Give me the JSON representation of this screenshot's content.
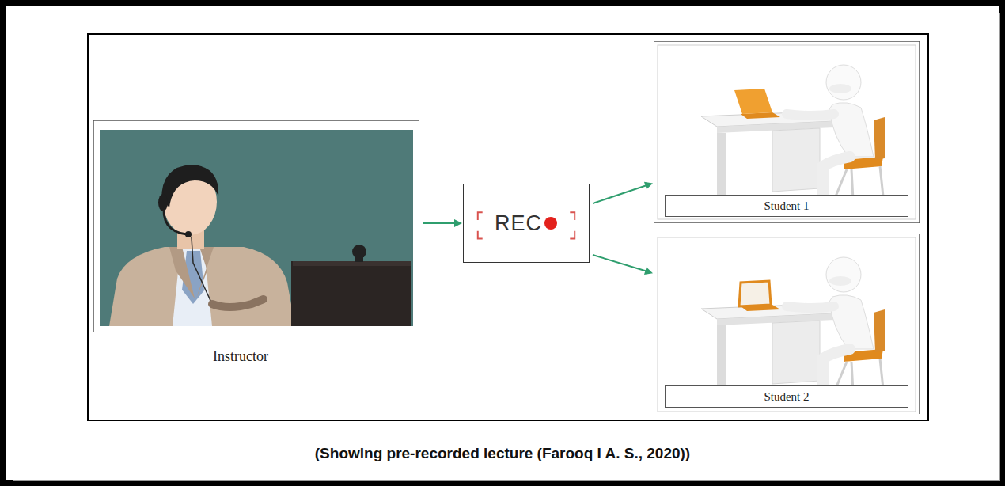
{
  "diagram": {
    "caption": "(Showing pre-recorded lecture (Farooq I A. S., 2020))",
    "nodes": [
      {
        "text": [
          "Instructor"
        ]
      },
      {
        "text": [
          "REC"
        ]
      },
      {
        "text": [
          "Student 1"
        ]
      },
      {
        "text": [
          "Student 2"
        ]
      }
    ],
    "edges": [
      {
        "from": 0,
        "to": 1,
        "arrow": "to"
      },
      {
        "from": 1,
        "to": 2,
        "arrow": "to"
      },
      {
        "from": 1,
        "to": 3,
        "arrow": "to"
      }
    ]
  }
}
